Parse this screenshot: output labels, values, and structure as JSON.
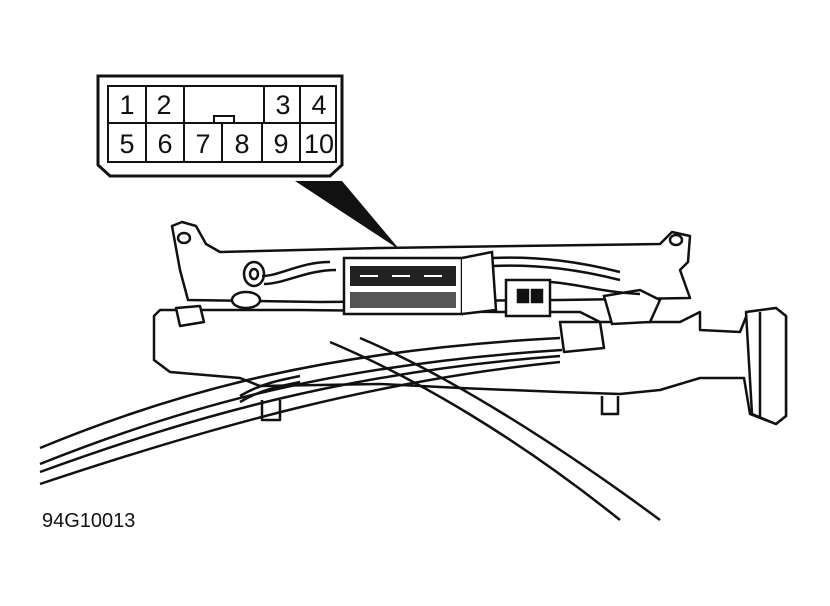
{
  "connector": {
    "top_row": [
      "1",
      "2",
      "3",
      "4"
    ],
    "bottom_row": [
      "5",
      "6",
      "7",
      "8",
      "9",
      "10"
    ]
  },
  "figure_code": "94G10013"
}
